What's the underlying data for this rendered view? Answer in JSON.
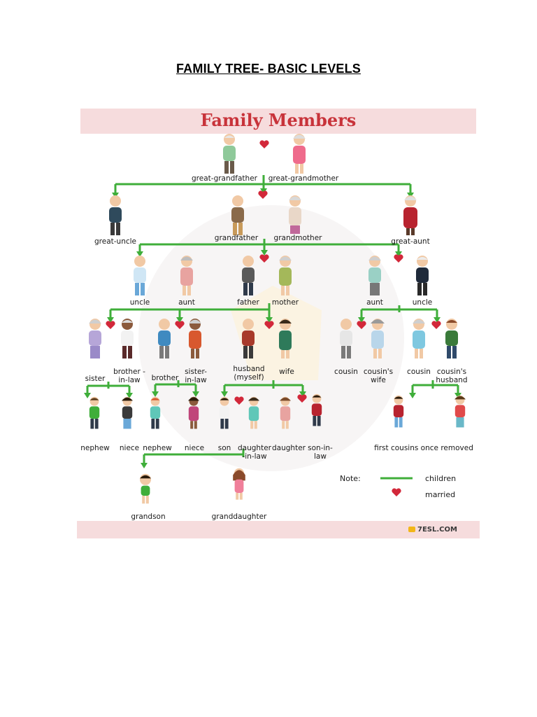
{
  "document": {
    "title": "FAMILY TREE- BASIC LEVELS"
  },
  "figure": {
    "title": "Family Members",
    "brand": "7ESL.COM",
    "colors": {
      "children_line": "#3fae3a",
      "heart": "#d2283a",
      "banner": "#f6dcdd",
      "title": "#c8333a"
    },
    "labels": {
      "great_grandfather": "great-grandfather",
      "great_grandmother": "great-grandmother",
      "great_uncle": "great-uncle",
      "grandfather": "grandfather",
      "grandmother": "grandmother",
      "great_aunt": "great-aunt",
      "uncle_left": "uncle",
      "aunt_left": "aunt",
      "father": "father",
      "mother": "mother",
      "aunt_right": "aunt",
      "uncle_right": "uncle",
      "sister": "sister",
      "brother_in_law": "brother -in-law",
      "brother": "brother",
      "sister_in_law": "sister- in-law",
      "husband": "husband (myself)",
      "wife": "wife",
      "cousin_left": "cousin",
      "cousins_wife": "cousin's wife",
      "cousin_right": "cousin",
      "cousins_husband": "cousin's husband",
      "nephew_left": "nephew",
      "niece_left": "niece",
      "nephew_right": "nephew",
      "niece_right": "niece",
      "son": "son",
      "daughter_in_law": "daughter -in-law",
      "daughter": "daughter",
      "son_in_law": "son-in- law",
      "first_cousins": "first cousins once removed",
      "grandson": "grandson",
      "granddaughter": "granddaughter"
    },
    "legend": {
      "note": "Note:",
      "children": "children",
      "married": "married"
    }
  }
}
